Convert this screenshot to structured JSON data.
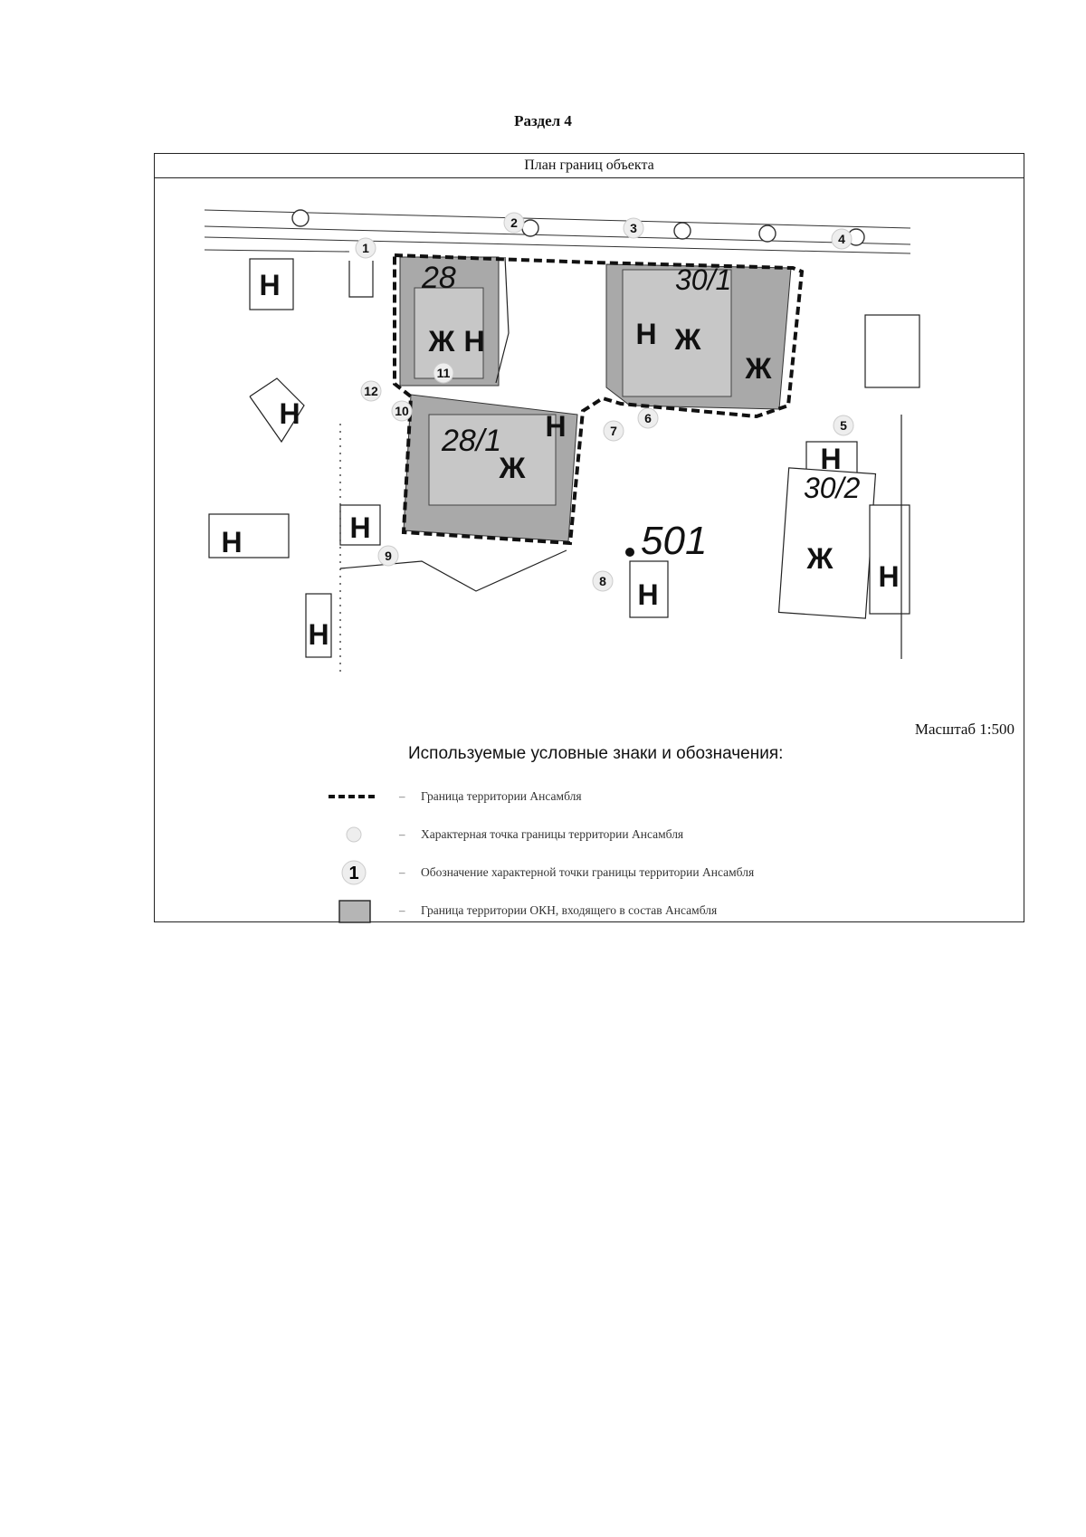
{
  "section_title": "Раздел 4",
  "plan": {
    "title": "План границ объекта",
    "scale_label": "Масштаб 1:500",
    "parcels": [
      {
        "label": "28"
      },
      {
        "label": "28/1"
      },
      {
        "label": "30/1"
      },
      {
        "label": "30/2"
      }
    ],
    "block_label": "501",
    "building_marks": [
      "Н",
      "Ж"
    ],
    "points": [
      "1",
      "2",
      "3",
      "4",
      "5",
      "6",
      "7",
      "8",
      "9",
      "10",
      "11",
      "12"
    ]
  },
  "legend": {
    "title": "Используемые условные знаки и обозначения:",
    "items": [
      {
        "symbol": "dashed-boundary",
        "text": "Граница территории Ансамбля"
      },
      {
        "symbol": "point",
        "text": "Характерная точка границы территории Ансамбля"
      },
      {
        "symbol": "point-label",
        "sample": "1",
        "text": "Обозначение характерной точки границы территории Ансамбля"
      },
      {
        "symbol": "grey-box",
        "text": "Граница территории ОКН, входящего в состав Ансамбля"
      }
    ],
    "separator": "–"
  },
  "colors": {
    "okn_fill": "#a9a9a9",
    "okn_fill_light": "#c7c7c7",
    "boundary": "#111111",
    "point_fill": "#eeeeee"
  }
}
